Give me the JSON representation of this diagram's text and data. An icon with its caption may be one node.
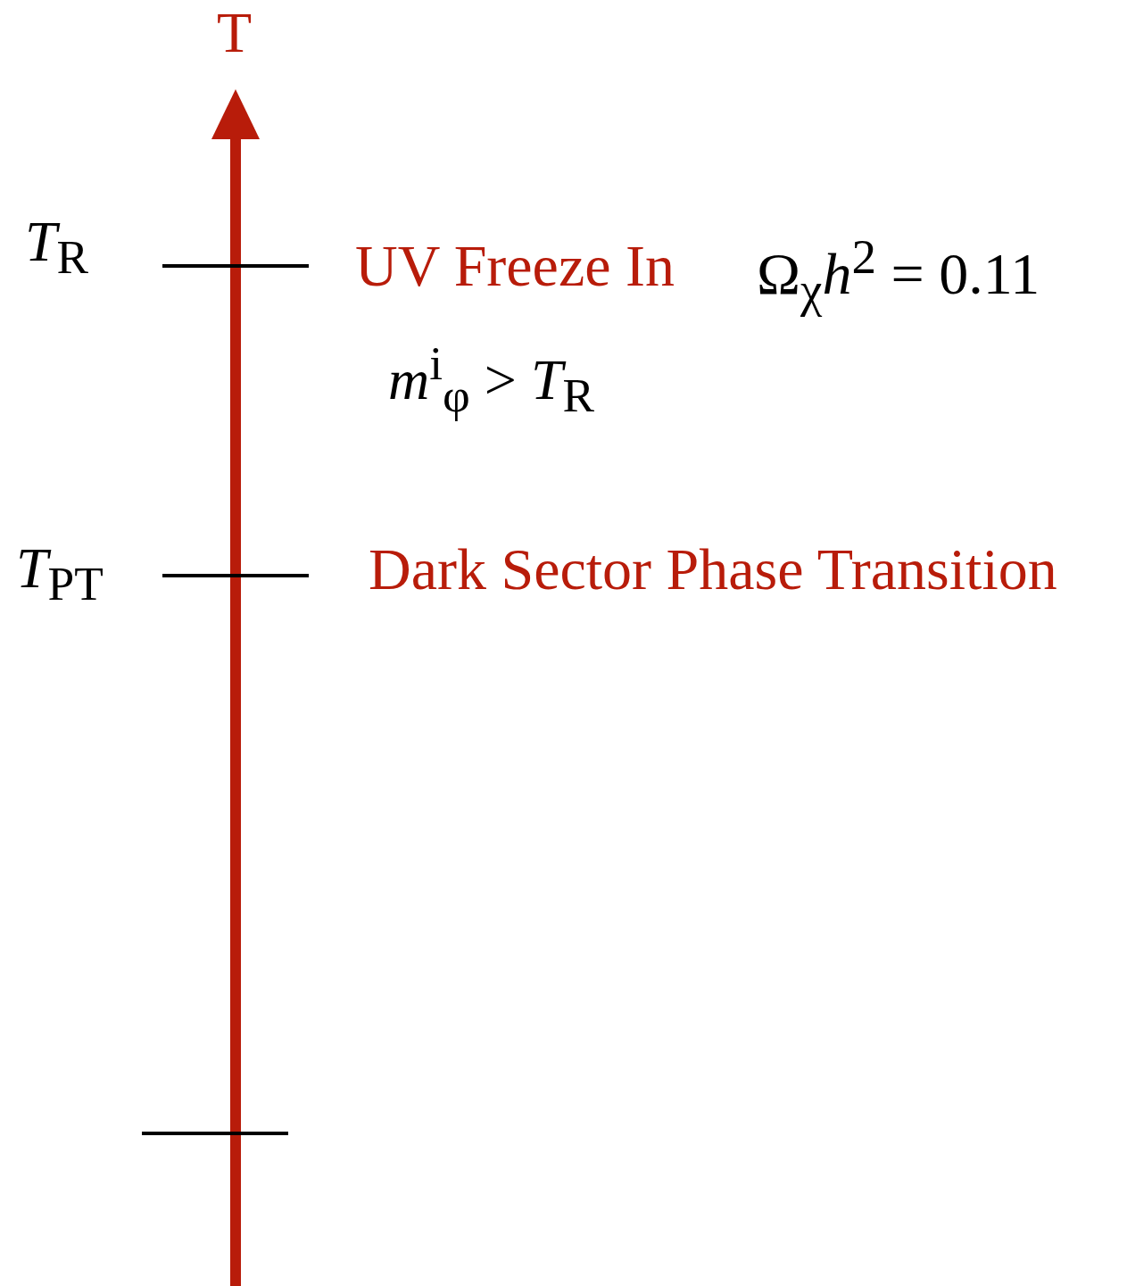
{
  "diagram": {
    "labels": [
      "T",
      "*T*$_{R}$",
      "UV Freeze In",
      "Ω$_{χ}$*h*$^{2}$ = 0.11",
      "*m*$^{i}$$_{φ}$ > *T*$_{R}$",
      "*T*$_{PT}$",
      "Dark Sector Phase Transition"
    ]
  }
}
